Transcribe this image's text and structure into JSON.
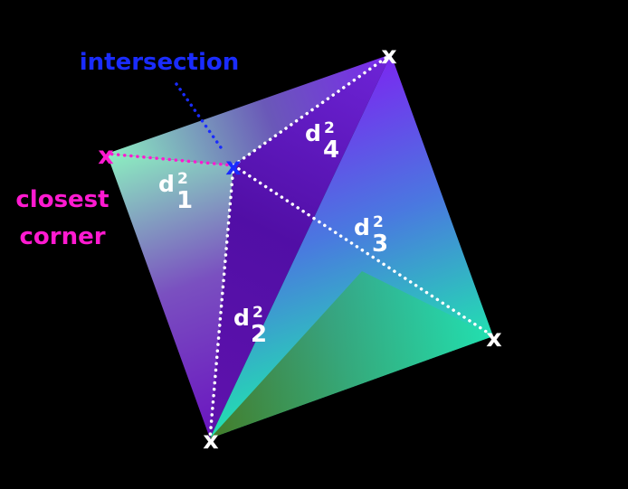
{
  "labels": {
    "intersection": "intersection",
    "closest_line1": "closest",
    "closest_line2": "corner",
    "corner_marker": "x",
    "intersection_marker": "x"
  },
  "distances": [
    {
      "base": "d",
      "sup": "2",
      "sub": "1"
    },
    {
      "base": "d",
      "sup": "2",
      "sub": "2"
    },
    {
      "base": "d",
      "sup": "2",
      "sub": "3"
    },
    {
      "base": "d",
      "sup": "2",
      "sub": "4"
    }
  ],
  "colors": {
    "background": "#000000",
    "intersection": "#1a2cff",
    "closest": "#ff1ad0",
    "lines": "#ffffff",
    "corner_top_left": "#8cf0c0",
    "corner_top_right": "#7a28f0",
    "corner_right": "#22e0b0",
    "corner_bottom": "#4a6a10",
    "center_violet": "#6a14c0"
  }
}
